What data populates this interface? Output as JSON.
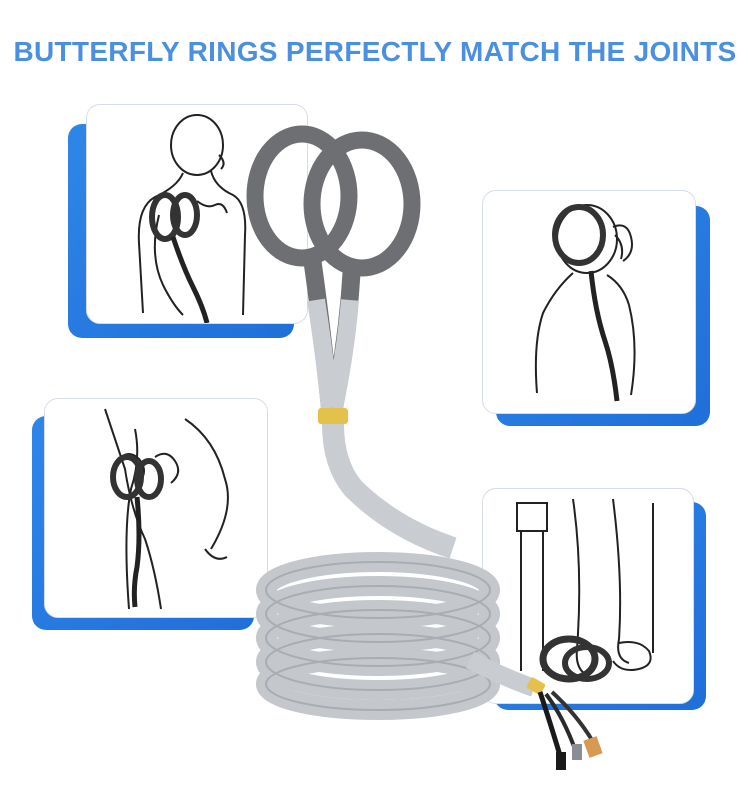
{
  "headline": "BUTTERFLY RINGS PERFECTLY MATCH THE JOINTS",
  "colors": {
    "headline": "#4b8fe0",
    "card_accent": "#2a7fe6",
    "ring": "#6e6f72",
    "cable": "#c9ccd0",
    "band": "#e3c14a",
    "plug": "#d79a52"
  },
  "illustrations": [
    {
      "name": "shoulder-therapy-illustration"
    },
    {
      "name": "neck-therapy-illustration"
    },
    {
      "name": "knee-therapy-illustration"
    },
    {
      "name": "ankle-therapy-illustration"
    }
  ]
}
